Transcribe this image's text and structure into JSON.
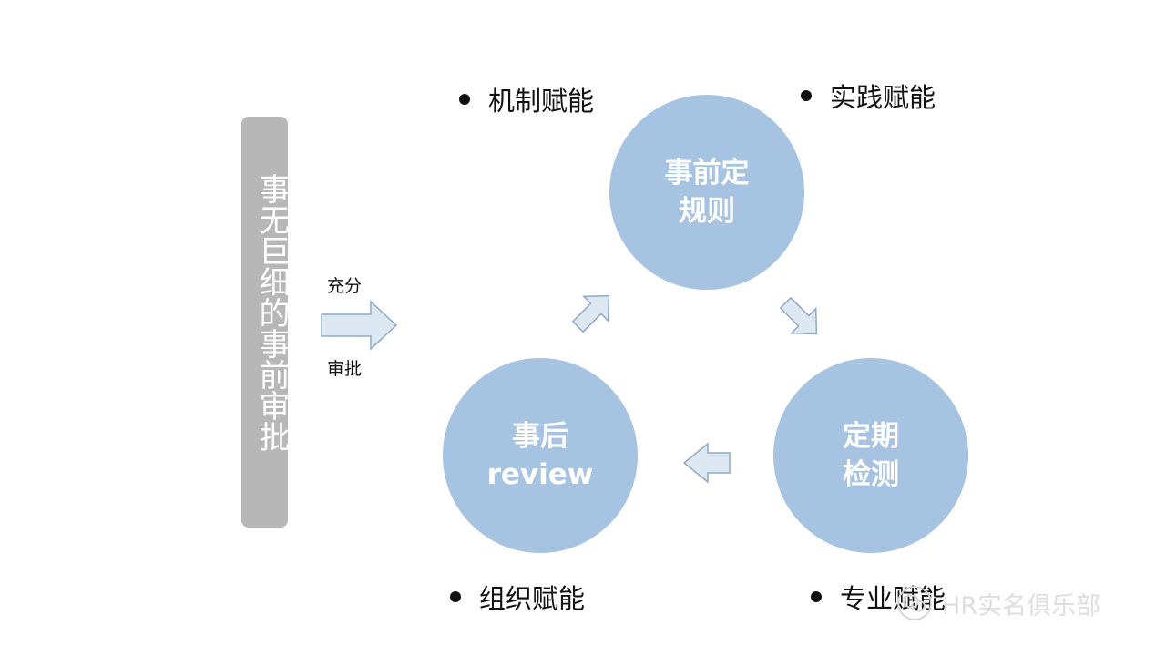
{
  "sidebar": {
    "text": "事无巨细的事前审批"
  },
  "connector": {
    "top_label": "充分",
    "bottom_label": "审批"
  },
  "cycle": {
    "nodes": [
      {
        "id": "pre-rules",
        "line1": "事前定",
        "line2": "规则"
      },
      {
        "id": "periodic-check",
        "line1": "定期",
        "line2": "检测"
      },
      {
        "id": "post-review",
        "line1": "事后",
        "line2": "review"
      }
    ]
  },
  "bullets": {
    "top_left": "机制赋能",
    "top_right": "实践赋能",
    "bottom_left": "组织赋能",
    "bottom_right": "专业赋能"
  },
  "watermark": {
    "text": "HR实名俱乐部",
    "icon": "wechat-logo-icon"
  },
  "colors": {
    "bar": "#b7b7b7",
    "circle": "#a6c4e1",
    "arrow_fill": "#dde8f3",
    "arrow_stroke": "#8fa9c4"
  }
}
